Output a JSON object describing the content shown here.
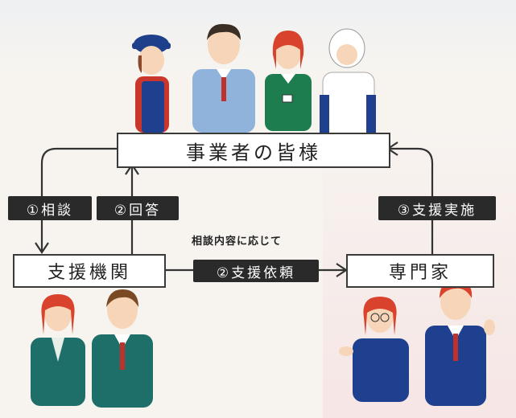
{
  "boxes": {
    "business_owners": "事業者の皆様",
    "support_org": "支援機関",
    "experts": "専門家"
  },
  "labels": {
    "consult": "①相談",
    "answer": "②回答",
    "request": "②支援依頼",
    "implement": "③支援実施"
  },
  "note": "相談内容に応じて",
  "colors": {
    "box_border": "#3a3a3a",
    "label_bg": "#2a2a2a",
    "suit_blue": "#1f3f8f",
    "suit_green": "#1e6f6a"
  }
}
